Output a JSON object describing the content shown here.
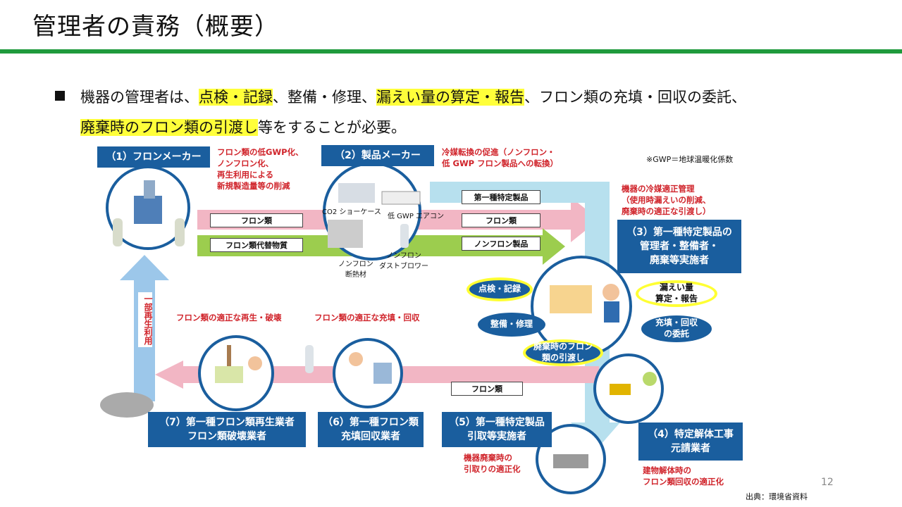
{
  "title": "管理者の責務（概要）",
  "bullet": {
    "p1": "機器の管理者は、",
    "h1": "点検・記録",
    "p2": "、整備・修理、",
    "h2": "漏えい量の算定・報告",
    "p3": "、フロン類の充填・回収の委託、",
    "h3": "廃棄時のフロン類の引渡し",
    "p4": "等をすることが必要。"
  },
  "diagram": {
    "note_gwp": "※GWP＝地球温暖化係数",
    "maker1": "（1）フロンメーカー",
    "maker1_note": [
      "フロン類の低GWP化、",
      "ノンフロン化、",
      "再生利用による",
      "新規製造量等の削減"
    ],
    "maker2": "（2）製品メーカー",
    "maker2_note": [
      "冷媒転換の促進（ノンフロン・",
      "低 GWP フロン製品への転換）"
    ],
    "flow_freon": "フロン類",
    "flow_alt": "フロン類代替物質",
    "flow_type1": "第一種特定製品",
    "flow_freon2": "フロン類",
    "flow_nonfreon": "ノンフロン製品",
    "products": {
      "co2case": "CO2 ショーケース",
      "aircon": "低 GWP エアコン",
      "insulation": [
        "ノンフロン",
        "断熱材"
      ],
      "dustblower": [
        "ノンフロン",
        "ダストブロワー"
      ]
    },
    "manager_note": [
      "機器の冷媒適正管理",
      "（使用時漏えいの削減、",
      "廃棄時の適正な引渡し）"
    ],
    "manager": [
      "（3）第一種特定製品の",
      "管理者・整備者・",
      "廃棄等実施者"
    ],
    "ovals": {
      "inspect": "点検・記録",
      "leak": [
        "漏えい量",
        "算定・報告"
      ],
      "maintain": "整備・修理",
      "charge": [
        "充填・回収",
        "の委託"
      ],
      "dispose": [
        "廃棄時のフロン",
        "類の引渡し"
      ]
    },
    "recycle_label": "一部再生利用",
    "proper_regen": "フロン類の適正な再生・破壊",
    "proper_charge": "フロン類の適正な充填・回収",
    "flow_return": "フロン類",
    "box7": [
      "（7）第一種フロン類再生業者",
      "フロン類破壊業者"
    ],
    "box6": [
      "（6）第一種フロン類",
      "充填回収業者"
    ],
    "box5": [
      "（5）第一種特定製品",
      "引取等実施者"
    ],
    "box4": [
      "（4）特定解体工事",
      "元請業者"
    ],
    "note5": [
      "機器廃棄時の",
      "引取りの適正化"
    ],
    "note4": [
      "建物解体時の",
      "フロン類回収の適正化"
    ]
  },
  "page_number": "12",
  "source": "出典：環境省資料"
}
